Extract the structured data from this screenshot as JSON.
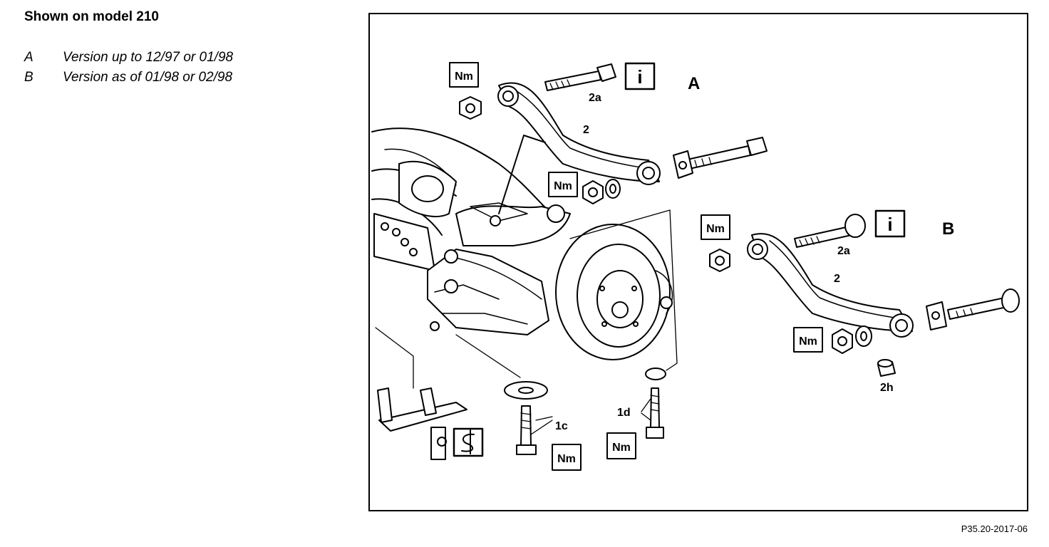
{
  "heading": "Shown on model 210",
  "legend": [
    {
      "key": "A",
      "text": "Version up to 12/97 or 01/98"
    },
    {
      "key": "B",
      "text": "Version as of 01/98 or 02/98"
    }
  ],
  "figure_ref": "P35.20-2017-06",
  "labels": {
    "version_a": "A",
    "version_b": "B",
    "arm_a": "2",
    "bolt_a": "2a",
    "arm_b": "2",
    "bolt_b": "2a",
    "bushing_b": "2h",
    "bolt_1c": "1c",
    "bolt_1d": "1d"
  },
  "symbols": {
    "torque": "Nm",
    "info": "i",
    "info_icon": "info-icon",
    "tool_icon": "special-tool-icon"
  }
}
